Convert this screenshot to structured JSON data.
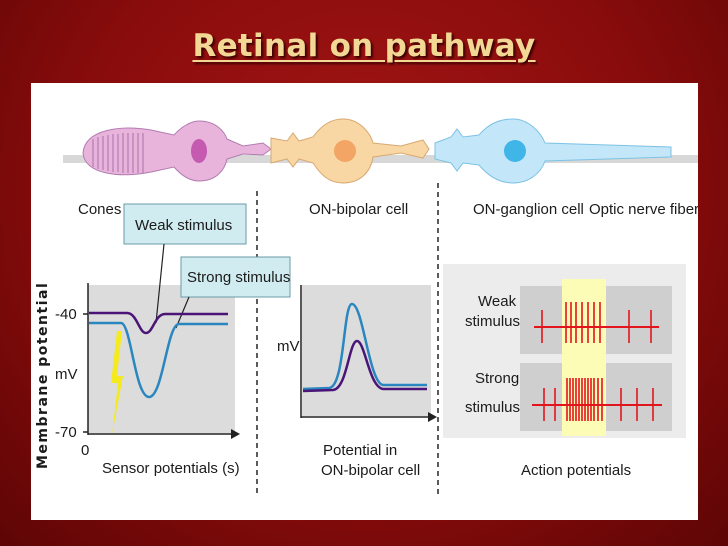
{
  "slide": {
    "title": "Retinal on pathway",
    "background_color": "#8e0b0b",
    "title_color": "#f2d894"
  },
  "figure": {
    "cell_labels": [
      "Cones",
      "ON-bipolar cell",
      "ON-ganglion cell",
      "Optic nerve fiber"
    ],
    "cell_colors": {
      "cone": "#e9b4dc",
      "cone_nucleus": "#c45bb0",
      "bipolar": "#f8d7a4",
      "bipolar_nucleus": "#f2a564",
      "ganglion": "#c3e7f8",
      "ganglion_nucleus": "#3fb5e8"
    },
    "panel1": {
      "y_axis_label": "Membrane potential",
      "tick_top": "-40",
      "tick_bottom": "-70",
      "unit": "mV",
      "x_origin": "0",
      "x_label": "Sensor potentials (s)",
      "callout_weak": "Weak stimulus",
      "callout_strong": "Strong stimulus"
    },
    "panel2": {
      "unit": "mV",
      "x_label_line1": "Potential in",
      "x_label_line2": "ON-bipolar cell"
    },
    "panel3": {
      "row1_line1": "Weak",
      "row1_line2": "stimulus",
      "row2_line1": "Strong",
      "row2_line2": "stimulus",
      "x_label": "Action potentials"
    },
    "trace_colors": {
      "weak": "#4a1577",
      "strong": "#2a86bf",
      "spikes": "#e2141c",
      "flash": "#f4ea1e",
      "window": "#fdfcb6"
    }
  }
}
